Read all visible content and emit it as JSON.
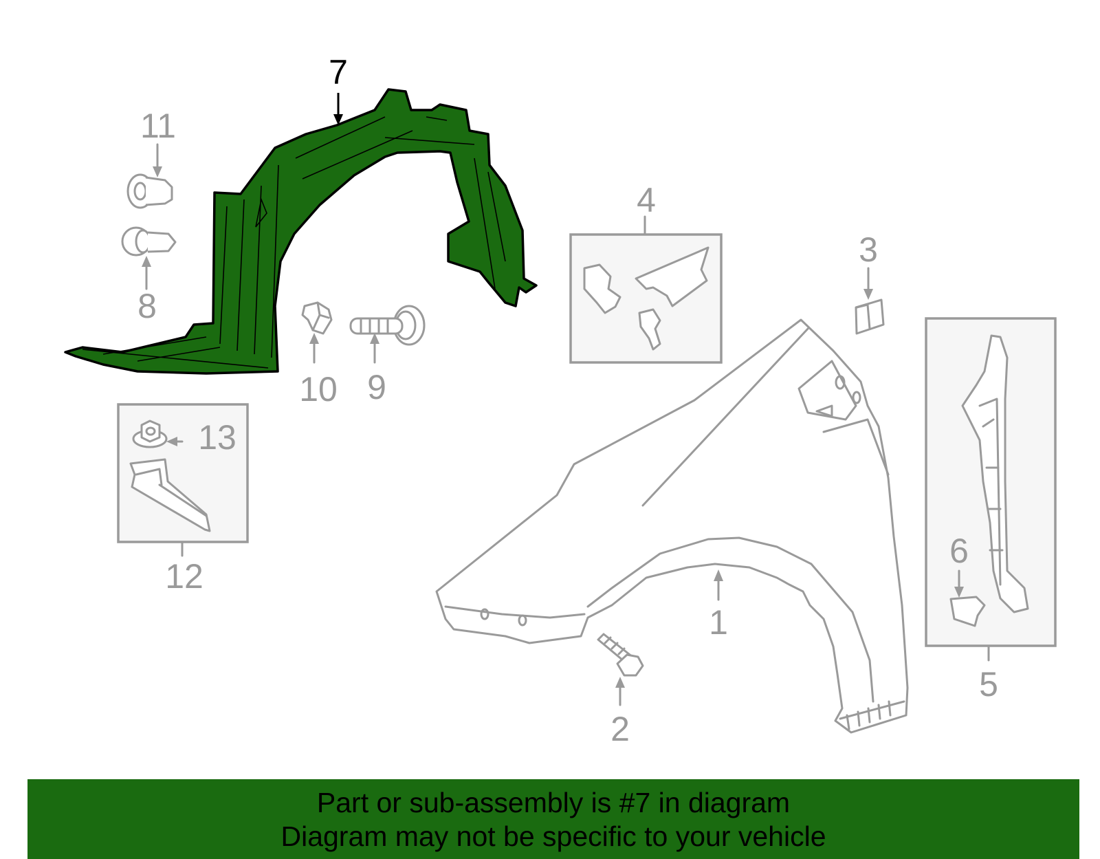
{
  "diagram": {
    "highlighted_part": "7",
    "callouts": {
      "c1": "1",
      "c2": "2",
      "c3": "3",
      "c4": "4",
      "c5": "5",
      "c6": "6",
      "c7": "7",
      "c8": "8",
      "c9": "9",
      "c10": "10",
      "c11": "11",
      "c12": "12",
      "c13": "13"
    },
    "colors": {
      "highlight": "#1a6b10",
      "outline": "#9a9a9a",
      "banner": "#1a6b10"
    }
  },
  "banner": {
    "line1": "Part or sub-assembly is #7 in diagram",
    "line2": "Diagram may not be specific to your vehicle"
  }
}
